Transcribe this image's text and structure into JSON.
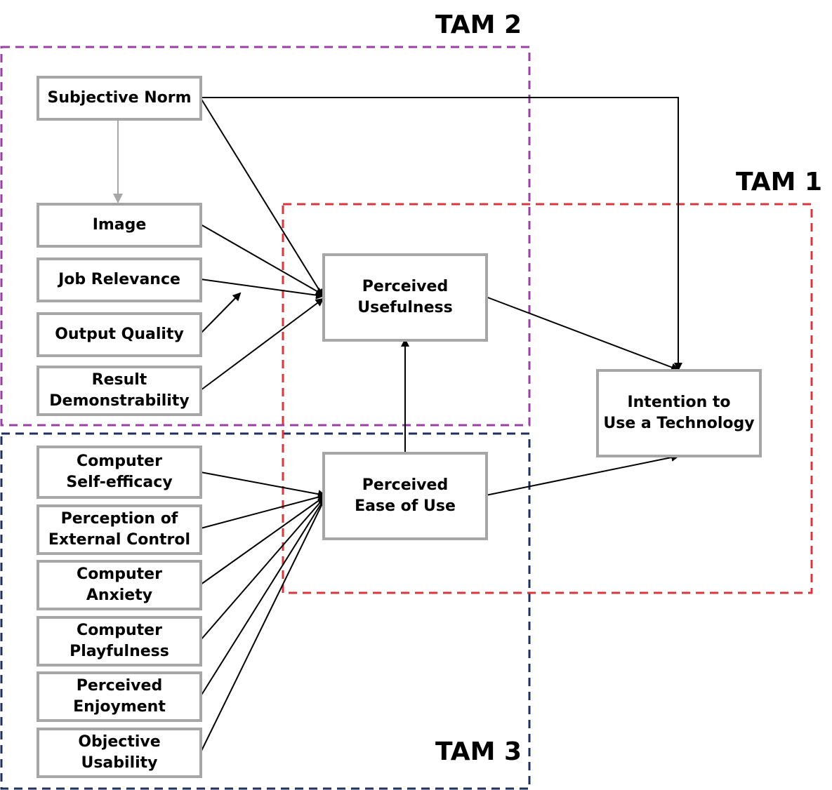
{
  "groups": {
    "tam2": {
      "label": "TAM 2",
      "color": "#9b3ea6"
    },
    "tam1": {
      "label": "TAM 1",
      "color": "#d9363e"
    },
    "tam3": {
      "label": "TAM 3",
      "color": "#1f2f5e"
    }
  },
  "nodes": {
    "subjective_norm": "Subjective Norm",
    "image": "Image",
    "job_relevance": "Job Relevance",
    "output_quality": "Output Quality",
    "result_demonstrability": "Result\nDemonstrability",
    "computer_self_efficacy": "Computer\nSelf-efficacy",
    "perception_external_control": "Perception of\nExternal Control",
    "computer_anxiety": "Computer\nAnxiety",
    "computer_playfulness": "Computer\nPlayfulness",
    "perceived_enjoyment": "Perceived\nEnjoyment",
    "objective_usability": "Objective\nUsability",
    "perceived_usefulness": "Perceived\nUsefulness",
    "perceived_ease_of_use": "Perceived\nEase of Use",
    "intention_to_use": "Intention to\nUse a Technology"
  },
  "colors": {
    "node_border": "#a6a6a6",
    "arrow": "#000000",
    "gray_arrow": "#a6a6a6"
  }
}
